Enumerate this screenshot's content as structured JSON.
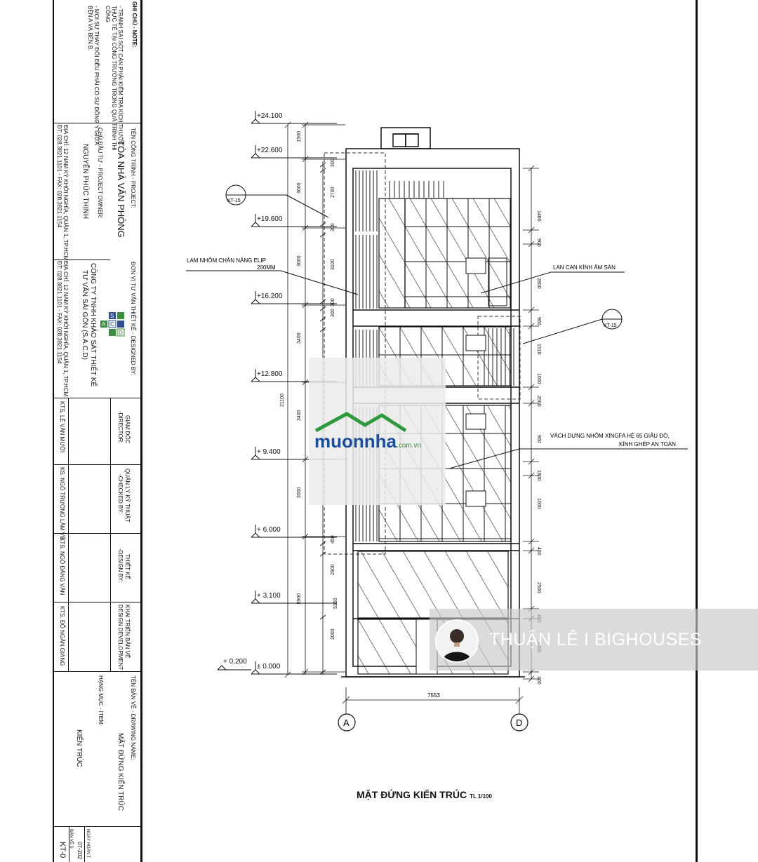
{
  "title_block": {
    "notes_header": "GHI CHÚ - NOTE:",
    "notes_lines": [
      "- TRÁNH SAI SÓT CÁN PHẢI KIỂM TRA KÍCH THƯỚC",
      "THỰC TẾ TẠI CÔNG TRƯỜNG TRONG QUÁ TRÌNH THI",
      "CÔNG",
      "- MỌI SỰ THAY ĐỔI ĐỀU PHẢI CÓ SỰ ĐỒNG Ý GIỮA",
      "BÊN A VÀ BÊN B."
    ],
    "project_label": "TÊN CÔNG TRÌNH - PROJECT:",
    "project_name": "TÒA NHÀ VĂN PHÒNG",
    "owner_label": "CHỦ ĐẦU TƯ - PROJECT OWNER:",
    "owner_name": "NGUYỄN PHÚC THỊNH",
    "owner_address": "ĐỊA CHỈ: 12 NAM KỲ KHỞI NGHĨA, QUẬN 1, TP.HCM",
    "owner_phone": "ĐT: 028.3821.1101 - FAX: 028.3821.1154",
    "design_unit_label": "ĐƠN VỊ TƯ VẤN THIẾT KẾ - DESIGNED BY:",
    "company_name_1": "CÔNG TY TNHH KHẢO SÁT THIẾT KẾ",
    "company_name_2": "TƯ VẤN SÀI GÒN (S.A.C.D)",
    "company_address": "ĐỊA CHỈ: 12 NAM KỲ KHỞI NGHĨA, QUẬN 1, TP.HCM",
    "company_phone": "ĐT: 028.3821.1101 - FAX: 028.3821.1154",
    "company_logo_letters": [
      "A",
      "S",
      "C",
      "D"
    ],
    "roles": [
      {
        "title": "GIÁM ĐỐC",
        "sub": "-DIRECTOR:",
        "person": "KTS. LÊ VĂN MƯỜI"
      },
      {
        "title": "QUẢN LÝ KỸ THUẬT",
        "sub": "-CHECKED BY:",
        "person": "KS. NGÔ TRƯỜNG LÂM VŨ"
      },
      {
        "title": "THIẾT KẾ",
        "sub": "-DESIGN BY:",
        "person": "KTS. NGÔ ĐĂNG VÂN"
      },
      {
        "title": "KHAI TRIỂN BẢN VẼ",
        "sub": "DESIGN DEVELOPMENT",
        "person": "KTS. ĐỖ NGÂN GIANG"
      }
    ],
    "drawing_name_label": "TÊN BẢN VẼ - DRAWING NAME:",
    "drawing_name": "MẶT ĐỨNG KIẾN TRÚC",
    "item_label": "HẠNG MỤC - ITEM:",
    "item_name": "KIẾN TRÚC",
    "date_label": "NGÀY HOÀN T",
    "date_value": "07-202",
    "sheet_label": "BẢN VẼ S",
    "sheet_value": "KT-0"
  },
  "drawing": {
    "levels": [
      "+24.100",
      "+22.600",
      "+19.600",
      "+16.200",
      "+12.800",
      "+ 9.400",
      "+ 6.000",
      "+ 3.100",
      "± 0.000"
    ],
    "ground_level": "+ 0.200",
    "left_dims": [
      "1500",
      "3000",
      "3000",
      "3400",
      "3400",
      "3000",
      "5900"
    ],
    "overall_height": "21100",
    "inner_left_dims": [
      "300",
      "2700",
      "300",
      "3100",
      "300",
      "300",
      "450",
      "2900",
      "5350",
      "2000"
    ],
    "right_dims": [
      "1400",
      "900",
      "2800",
      "900",
      "1510",
      "1000",
      "2500",
      "900",
      "1800",
      "1000",
      "450",
      "2500",
      "450",
      "2000",
      "300"
    ],
    "overall_width": "7553",
    "grid_a": "A",
    "grid_d": "D",
    "callout_ref": "KT-15",
    "annotations": {
      "louver_1": "LAM NHÔM CHÂN NĂNG ELIP",
      "louver_2": "200MM",
      "railing": "LAN CAN KÍNH ÂM SÀN",
      "curtain_1": "VÁCH DỰNG NHÔM XINGFA HỆ 65 GIẢU ĐÓ,",
      "curtain_2": "KÍNH GHÉP AN TOÀN"
    },
    "title": "MẶT ĐỨNG KIẾN TRÚC",
    "scale": "TL 1/100"
  },
  "watermark": {
    "logo_main": "muonnha",
    "logo_domain": ".com.vn",
    "author": "THUẬN LÊ I BIGHOUSES"
  }
}
